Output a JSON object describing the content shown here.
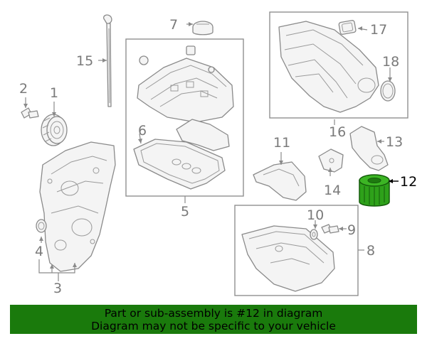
{
  "callouts": {
    "c1": "1",
    "c2": "2",
    "c3": "3",
    "c4": "4",
    "c5": "5",
    "c6": "6",
    "c7": "7",
    "c8": "8",
    "c9": "9",
    "c10": "10",
    "c11": "11",
    "c12": "12",
    "c13": "13",
    "c14": "14",
    "c15": "15",
    "c16": "16",
    "c17": "17",
    "c18": "18"
  },
  "highlighted_part": "12",
  "colors": {
    "highlight_part": "#2ea11a",
    "banner_bg": "#1a7a0c",
    "line": "#8a8a8a"
  },
  "banner": {
    "line1": "Part or sub-assembly is #12 in diagram",
    "line2": "Diagram may not be specific to your vehicle"
  }
}
